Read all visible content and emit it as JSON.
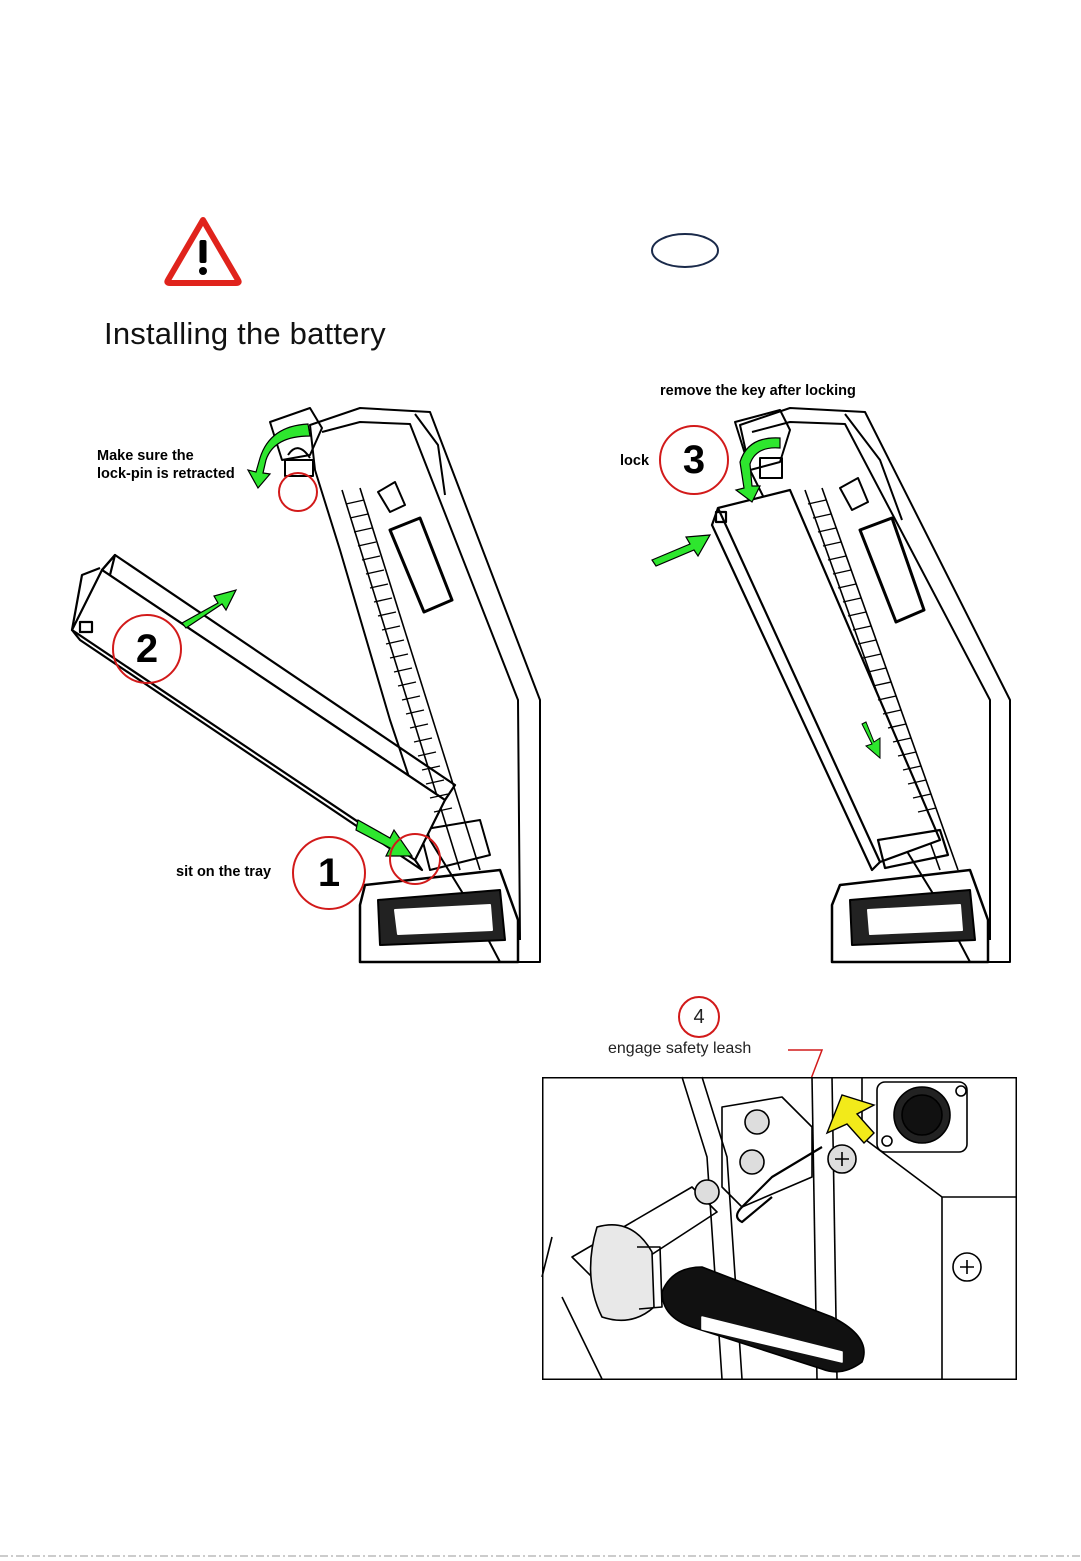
{
  "page": {
    "title": "Installing the battery"
  },
  "steps": {
    "step1": {
      "number": "1",
      "label": "sit on the tray"
    },
    "step2": {
      "number": "2"
    },
    "step3": {
      "number": "3",
      "label": "lock",
      "note": "remove the key after locking"
    },
    "step4": {
      "number": "4",
      "label": "engage safety leash"
    }
  },
  "notes": {
    "lock_pin_line1": "Make sure the",
    "lock_pin_line2": "lock-pin is retracted"
  },
  "icons": {
    "warning": "warning-triangle-icon",
    "badge": "oval-badge-icon"
  },
  "colors": {
    "warning_red": "#e0231c",
    "step_circle": "#d21a1a",
    "arrow_green": "#2ee62e",
    "arrow_yellow": "#f2ea1a",
    "badge_navy": "#1a2a4a"
  }
}
